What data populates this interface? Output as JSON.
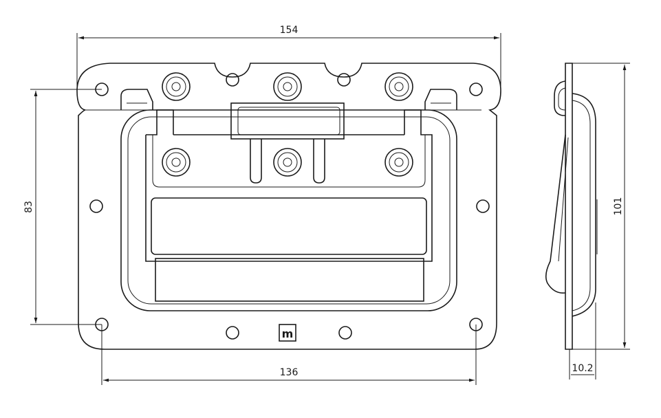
{
  "dimensions": {
    "overall_width": "154",
    "hole_spacing_horizontal": "136",
    "hole_spacing_vertical": "83",
    "overall_height": "101",
    "depth": "10.2"
  },
  "logo_text": "m"
}
